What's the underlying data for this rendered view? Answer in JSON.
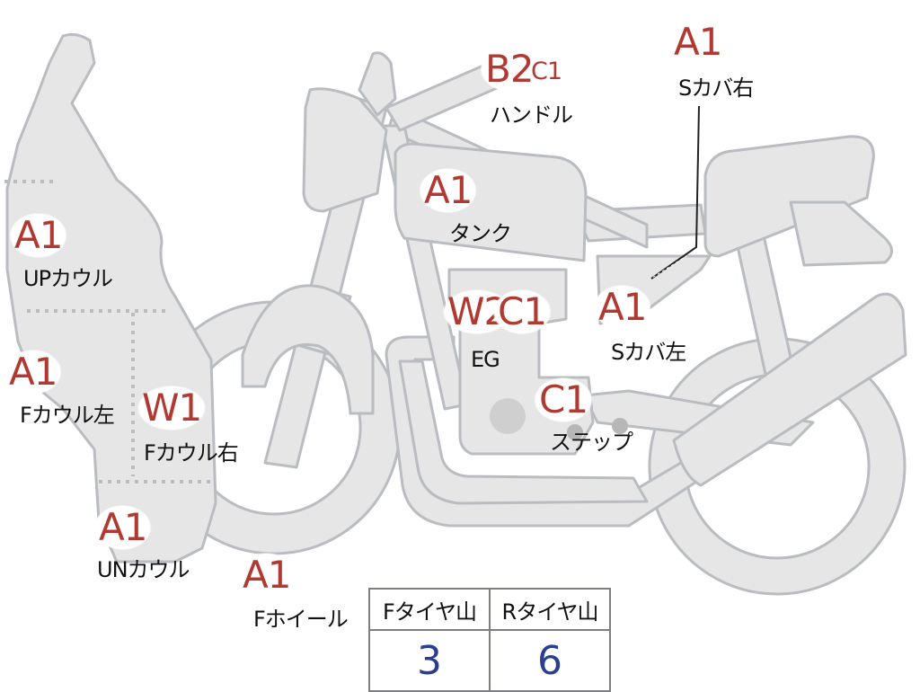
{
  "parts": [
    {
      "id": "up-cowl",
      "grade": "A1",
      "label": "UPカウル"
    },
    {
      "id": "f-cowl-left",
      "grade": "A1",
      "label": "Fカウル左"
    },
    {
      "id": "f-cowl-right",
      "grade": "W1",
      "label": "Fカウル右"
    },
    {
      "id": "un-cowl",
      "grade": "A1",
      "label": "UNカウル"
    },
    {
      "id": "f-wheel",
      "grade": "A1",
      "label": "Fホイール"
    },
    {
      "id": "handle",
      "grade": "B2",
      "grade2": "C1",
      "label": "ハンドル"
    },
    {
      "id": "tank",
      "grade": "A1",
      "label": "タンク"
    },
    {
      "id": "engine",
      "grade": "W2",
      "grade2": "C1",
      "label": "EG"
    },
    {
      "id": "step",
      "grade": "C1",
      "label": "ステップ"
    },
    {
      "id": "s-cover-left",
      "grade": "A1",
      "label": "Sカバ左"
    },
    {
      "id": "s-cover-right",
      "grade": "A1",
      "label": "Sカバ右"
    }
  ],
  "tire_tread": {
    "front_label": "Fタイヤ山",
    "rear_label": "Rタイヤ山",
    "front_value": "3",
    "rear_value": "6"
  },
  "colors": {
    "grade_text": "#b03a32",
    "tread_value": "#2a3f8f",
    "body_fill": "#e6e6e6",
    "body_stroke": "#b9bcc0",
    "dotted_divider": "#b9bcc0"
  }
}
